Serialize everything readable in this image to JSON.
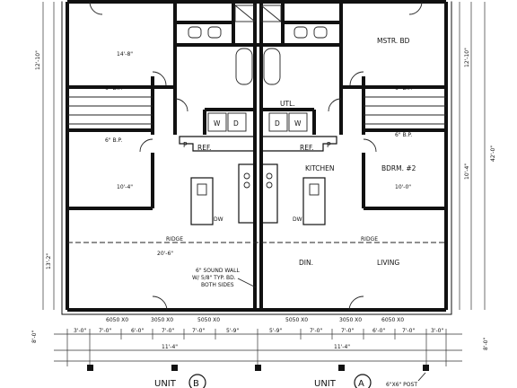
{
  "rooms": {
    "mstr_bd": "MSTR. BD",
    "utl": "UTL.",
    "kitchen": "KITCHEN",
    "bdrm2": "BDRM. #2",
    "din": "DIN.",
    "living": "LIVING",
    "w": "W",
    "d": "D",
    "ref": "REF.",
    "p": "P",
    "dw": "DW"
  },
  "notes": {
    "ridge": "RIDGE",
    "sound_wall_1": "6\" SOUND WALL",
    "sound_wall_2": "W/ 5/8\" TYP. BD.",
    "sound_wall_3": "BOTH SIDES",
    "post": "6\"X6\" POST",
    "bp": "6\" B.P."
  },
  "units": {
    "unit_b": "UNIT",
    "unit_b_letter": "B",
    "unit_a": "UNIT",
    "unit_a_letter": "A"
  },
  "dimensions": {
    "d_12_10_left": "12'-10\"",
    "d_12_10_right": "12'-10\"",
    "d_14_8": "14'-8\"",
    "d_10_4": "10'-4\"",
    "d_10_0": "10'-0\"",
    "d_10_4b": "10'-4\"",
    "d_11_4_left": "11'-4\"",
    "d_11_4_right": "11'-4\"",
    "d_7_0": "7'-0\"",
    "d_6_0": "6'-0\"",
    "d_5_9": "5'-9\"",
    "d_3_0": "3'-0\"",
    "d_8_0_left": "8'-0\"",
    "d_8_0_right": "8'-0\"",
    "d_42_0": "42'-0\"",
    "d_20_6": "20'-6\"",
    "win_6050": "6050 X0",
    "win_5050": "5050 X0",
    "win_3050": "3050 X0",
    "d_13_2": "13'-2\""
  }
}
